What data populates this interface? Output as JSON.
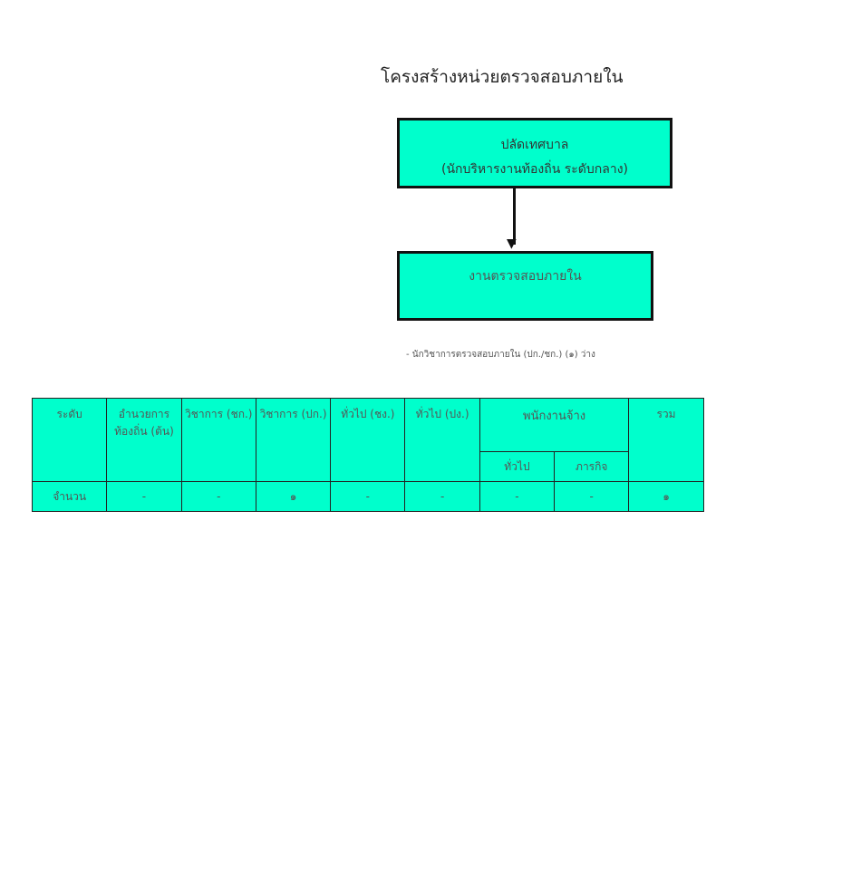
{
  "title": "โครงสร้างหน่วยตรวจสอบภายใน",
  "chart": {
    "top_box": {
      "line1": "ปลัดเทศบาล",
      "line2": "(นักบริหารงานท้องถิ่น ระดับกลาง)"
    },
    "bottom_box": {
      "line1": "งานตรวจสอบภายใน"
    },
    "note": "-  นักวิชาการตรวจสอบภายใน (ปก./ชก.) (๑) ว่าง"
  },
  "table": {
    "headers": [
      "ระดับ",
      "อำนวยการ ท้องถิ่น (ต้น)",
      "วิชาการ (ชก.)",
      "วิชาการ (ปก.)",
      "ทั่วไป (ชง.)",
      "ทั่วไป (ปง.)",
      "พนักงานจ้าง",
      "รวม"
    ],
    "subheaders": [
      "ทั่วไป",
      "ภารกิจ"
    ],
    "row": [
      "จำนวน",
      "-",
      "-",
      "๑",
      "-",
      "-",
      "-",
      "-",
      "๑"
    ]
  }
}
